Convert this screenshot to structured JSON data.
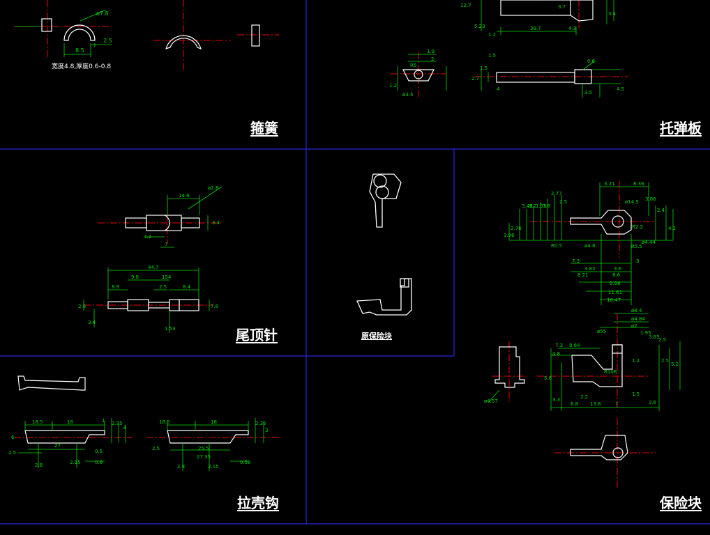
{
  "panels": {
    "spring": {
      "title": "箍簧",
      "note": "宽度4.8,厚度0.6-0.8"
    },
    "follower": {
      "title": "托弹板"
    },
    "tail_pin": {
      "title": "尾顶针"
    },
    "original_safety": {
      "label": "原保险块"
    },
    "safety": {
      "title": "保险块"
    },
    "extractor": {
      "title": "拉壳钩"
    }
  },
  "dims": {
    "spring": [
      "ø7.8",
      "8.5",
      "2.5"
    ],
    "follower": [
      "12.7",
      "5.23",
      "1.2",
      "39.7",
      "4.3",
      "3.7",
      "3.4",
      "1.9",
      "2",
      "1.2",
      "R5",
      "ø3.5",
      "2.7",
      "1.5",
      "4",
      "1.5",
      "0.6",
      "3.5",
      "4.5"
    ],
    "tail_pin": [
      "14.6",
      "ø2.8",
      "4.2",
      "7",
      "3.4",
      "44.7",
      "9.8",
      "154",
      "2.5",
      "8.9",
      "8.4",
      "2.8",
      "7.8",
      "3.4",
      "1.53"
    ],
    "safety_top": [
      "3.21",
      "8.36",
      "ø14.5",
      "3.06",
      "2.77",
      "2.5",
      "3.48",
      "3.2",
      "1.95",
      "1.8",
      "2.4",
      "2.76",
      "3.96",
      "4.1",
      "R2.2",
      "R0.5",
      "ø4.8",
      "R5.5",
      "ø4.44",
      "7.3",
      "3.82",
      "8.21",
      "3.6",
      "8.6",
      "9.98",
      "11.61",
      "18.47",
      "3"
    ],
    "safety_bottom": [
      "ø8.4",
      "ø4.84",
      "ø2",
      "ø55",
      "1.95",
      "3.85",
      "2.5",
      "7.3",
      "8.64",
      "4.8",
      "R10B",
      "1.2",
      "2.5",
      "5.2",
      "5.8",
      "3.3",
      "6.8",
      "13.8",
      "7",
      "2.2",
      "1.5",
      "3.6",
      "ø4.57"
    ],
    "extractor": [
      "18.5",
      "18",
      "2.35",
      "1",
      "6",
      "3",
      "2.5",
      "27",
      "2.8",
      "2.15",
      "0.5",
      "0.8",
      "18.5",
      "18",
      "2.35",
      "2.5",
      "25.5",
      "27.35",
      "2.8",
      "2.15",
      "0.56",
      "3"
    ]
  }
}
